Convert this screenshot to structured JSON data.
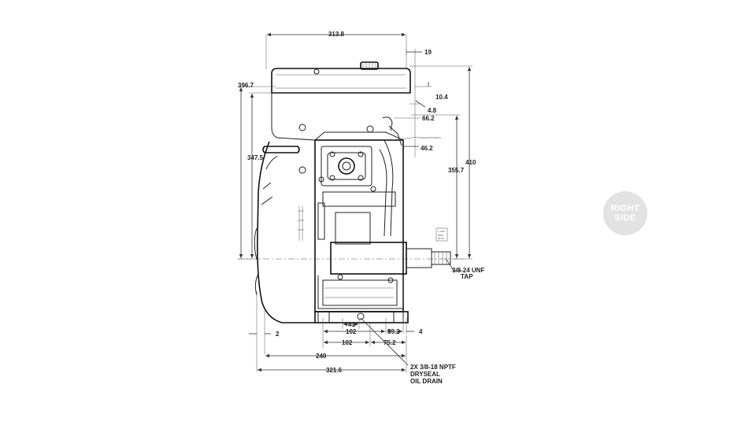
{
  "dimensions": {
    "overall_width": "313.8",
    "top_offset": "19",
    "overall_height_left": "396.7",
    "cap_offset": "10.4",
    "small_offset": "4.8",
    "tank_offset": "66.2",
    "exhaust_offset": "46.2",
    "height_to_tank": "347.5",
    "overall_height_right": "410",
    "shaft_height": "355.7",
    "base_gap": "2",
    "mount_41": "41",
    "mount_102_a": "102",
    "mount_59_2": "59.2",
    "mount_4": "4",
    "mount_102_b": "102",
    "mount_75_2": "75.2",
    "base_240": "240",
    "base_321_6": "321.6"
  },
  "callouts": {
    "tap_line1": "3/8-24 UNF",
    "tap_line2": "TAP",
    "drain_line1": "2X 3/8-18 NPTF",
    "drain_line2": "DRYSEAL",
    "drain_line3": "OIL DRAIN",
    "exhaust_tag": "TO EXHAUST PARTS"
  },
  "view_badge": {
    "line1": "RIGHT",
    "line2": "SIDE",
    "color": "#e2e2e2"
  }
}
